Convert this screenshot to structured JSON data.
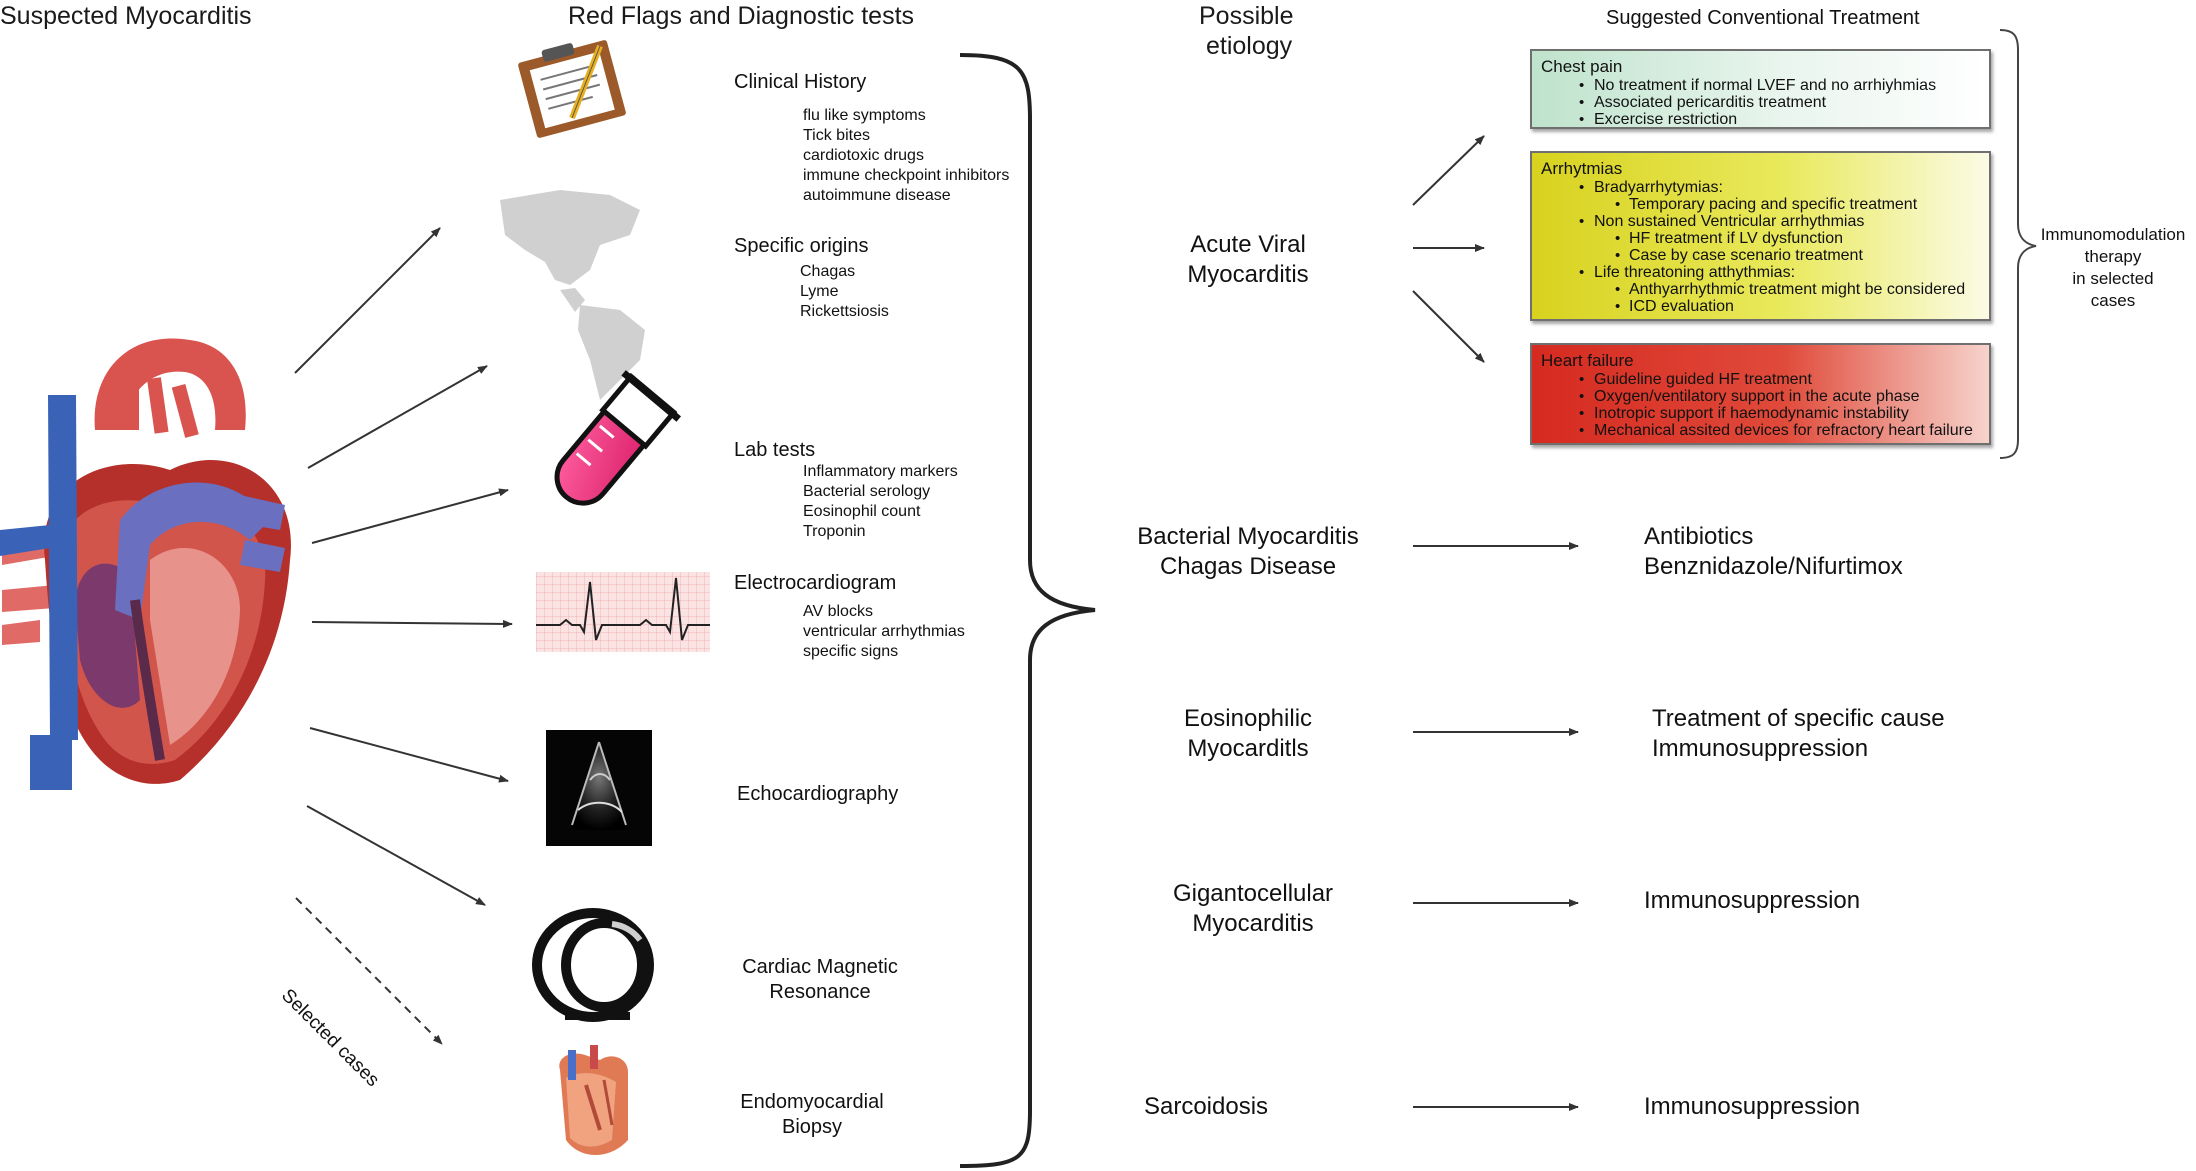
{
  "headers": {
    "suspected": "Suspected Myocarditis",
    "red_flags": "Red Flags and Diagnostic tests",
    "possible": "Possible",
    "etiology": "etiology",
    "conventional": "Suggested Conventional Treatment"
  },
  "tests": {
    "clinical_history": {
      "title": "Clinical History",
      "items": [
        "flu like symptoms",
        "Tick bites",
        "cardiotoxic drugs",
        "immune checkpoint inhibitors",
        "autoimmune disease"
      ]
    },
    "specific_origins": {
      "title": "Specific origins",
      "items": [
        "Chagas",
        "Lyme",
        "Rickettsiosis"
      ]
    },
    "lab_tests": {
      "title": "Lab tests",
      "items": [
        "Inflammatory markers",
        "Bacterial serology",
        "Eosinophil count",
        "Troponin"
      ]
    },
    "ecg": {
      "title": "Electrocardiogram",
      "items": [
        "AV blocks",
        "ventricular arrhythmias",
        "specific signs"
      ]
    },
    "echo": {
      "title": "Echocardiography"
    },
    "cmr": {
      "line1": "Cardiac Magnetic",
      "line2": "Resonance"
    },
    "emb": {
      "line1": "Endomyocardial",
      "line2": "Biopsy"
    },
    "selected_cases": "Selected cases"
  },
  "etiologies": [
    {
      "line1": "Acute Viral",
      "line2": "Myocarditis"
    },
    {
      "line1": "Bacterial Myocarditis",
      "line2": "Chagas Disease"
    },
    {
      "line1": "Eosinophilic",
      "line2": "Myocarditls"
    },
    {
      "line1": "Gigantocellular",
      "line2": "Myocarditis"
    },
    {
      "line1": "Sarcoidosis",
      "line2": ""
    }
  ],
  "treatments": [
    {
      "line1": "Antibiotics",
      "line2": "Benznidazole/Nifurtimox"
    },
    {
      "line1": "Treatment of specific cause",
      "line2": "Immunosuppression"
    },
    {
      "line1": "Immunosuppression",
      "line2": ""
    },
    {
      "line1": "Immunosuppression",
      "line2": ""
    }
  ],
  "boxes": {
    "chest_pain": {
      "title": "Chest pain",
      "items": [
        "No treatment if normal LVEF and no arrhiyhmias",
        "Associated pericarditis treatment",
        "Excercise restriction"
      ]
    },
    "arrhythmias": {
      "title": "Arrhytmias",
      "brady": "Bradyarrhytymias:",
      "brady_sub": "Temporary pacing and specific treatment",
      "nsvt": "Non sustained Ventricular arrhythmias",
      "nsvt_sub": [
        "HF treatment if LV dysfunction",
        "Case by case scenario treatment"
      ],
      "life": "Life threatoning atthythmias:",
      "life_sub": [
        "Anthyarrhythmic treatment might be considered",
        "ICD evaluation"
      ]
    },
    "heart_failure": {
      "title": "Heart failure",
      "items": [
        "Guideline guided HF treatment",
        "Oxygen/ventilatory support in the acute phase",
        "Inotropic support if haemodynamic instability",
        "Mechanical assited devices for refractory heart failure"
      ]
    }
  },
  "immunomodulation": [
    "Immunomodulation",
    "therapy",
    "in selected",
    "cases"
  ],
  "icons": [
    "heart-illustration",
    "clipboard-icon",
    "americas-map-icon",
    "test-tube-icon",
    "ecg-strip-icon",
    "echo-image-icon",
    "cmr-ring-icon",
    "heart-biopsy-icon"
  ],
  "colors": {
    "green_box": "#bfe3cc",
    "yellow_box": "#d8d21e",
    "red_box": "#d62a20",
    "tube_pink": "#e8347a",
    "heart_red": "#c0392b",
    "heart_blue": "#3a63b8"
  }
}
